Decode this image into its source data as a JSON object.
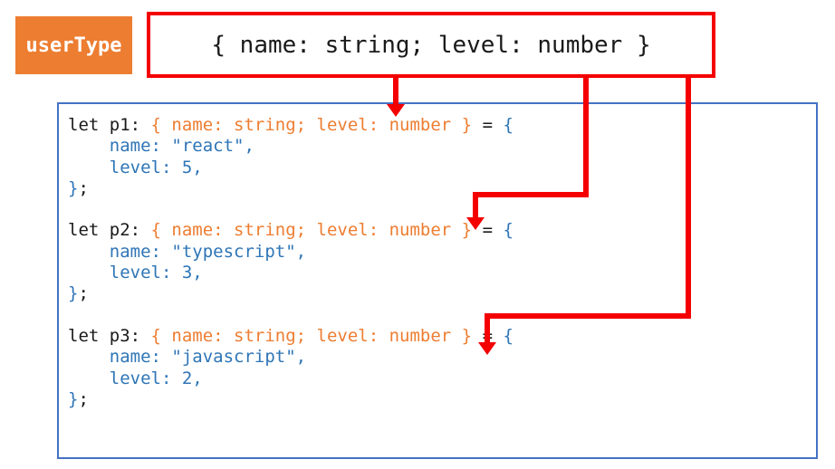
{
  "badge": {
    "label": "userType"
  },
  "type_box": {
    "text": "{ name: string; level: number }"
  },
  "code": {
    "tokens": {
      "eq": " = ",
      "open_brace": "{",
      "close_brace": "}",
      "semicolon": ";"
    },
    "blocks": [
      {
        "decl": "let p1: ",
        "type": "{ name: string; level: number }",
        "name_line": "    name: \"react\",",
        "level_line": "    level: 5,"
      },
      {
        "decl": "let p2: ",
        "type": "{ name: string; level: number }",
        "name_line": "    name: \"typescript\",",
        "level_line": "    level: 3,"
      },
      {
        "decl": "let p3: ",
        "type": "{ name: string; level: number }",
        "name_line": "    name: \"javascript\",",
        "level_line": "    level: 2,"
      }
    ]
  },
  "colors": {
    "accent_orange": "#ED7D31",
    "code_blue": "#2E75B6",
    "box_border_blue": "#4472C4",
    "arrow_red": "#F40000",
    "text_dark": "#1A1A1A"
  }
}
